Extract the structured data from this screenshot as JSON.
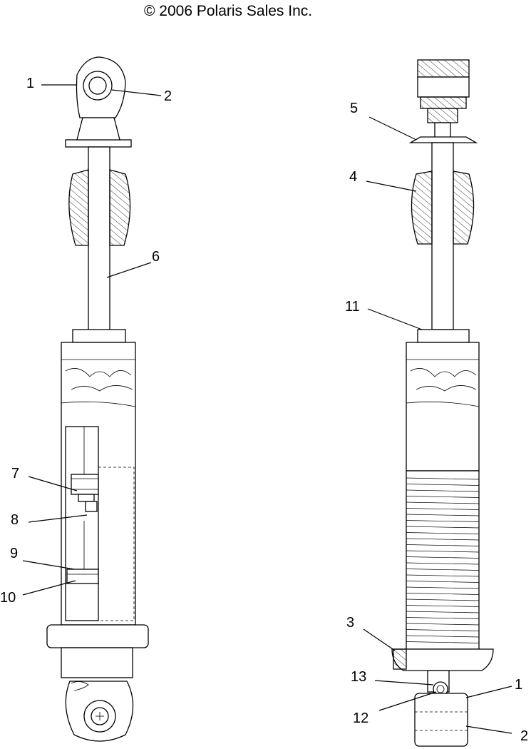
{
  "copyright": "© 2006 Polaris Sales Inc.",
  "callouts": [
    {
      "id": "c1",
      "text": "1"
    },
    {
      "id": "c2",
      "text": "2"
    },
    {
      "id": "c6",
      "text": "6"
    },
    {
      "id": "c7",
      "text": "7"
    },
    {
      "id": "c8",
      "text": "8"
    },
    {
      "id": "c9",
      "text": "9"
    },
    {
      "id": "c10",
      "text": "10"
    },
    {
      "id": "c5",
      "text": "5"
    },
    {
      "id": "c4",
      "text": "4"
    },
    {
      "id": "c11",
      "text": "11"
    },
    {
      "id": "c3",
      "text": "3"
    },
    {
      "id": "c13",
      "text": "13"
    },
    {
      "id": "c12",
      "text": "12"
    },
    {
      "id": "c1b",
      "text": "1"
    },
    {
      "id": "c2b",
      "text": "2"
    }
  ]
}
